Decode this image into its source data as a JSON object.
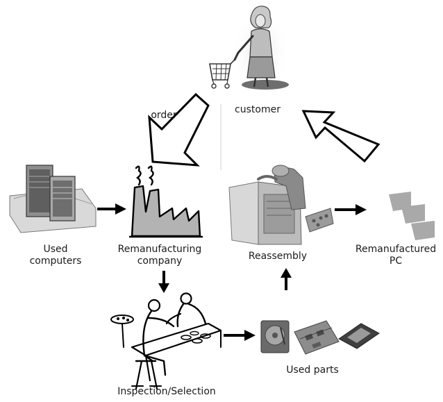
{
  "labels": {
    "customer": "customer",
    "order": "order",
    "used_computers_line1": "Used",
    "used_computers_line2": "computers",
    "remanufacturing_line1": "Remanufacturing",
    "remanufacturing_line2": "company",
    "reassembly": "Reassembly",
    "remanufactured_line1": "Remanufactured",
    "remanufactured_line2": "PC",
    "used_parts": "Used parts",
    "inspection": "Inspection/Selection"
  },
  "colors": {
    "arrow": "#000000",
    "clipart_gray": "#b8b8b8",
    "clipart_dark": "#4a4a4a",
    "pc_shape": "#a9a9a9"
  },
  "icons": {
    "customer": "shopper-with-cart-icon",
    "used_computers": "computer-towers-icon",
    "factory": "factory-icon",
    "reassembly": "robot-assembling-pc-icon",
    "remanufactured_pc": "stacked-pc-shapes-icon",
    "used_parts": "computer-parts-icon",
    "inspection": "workers-at-conveyor-icon"
  }
}
